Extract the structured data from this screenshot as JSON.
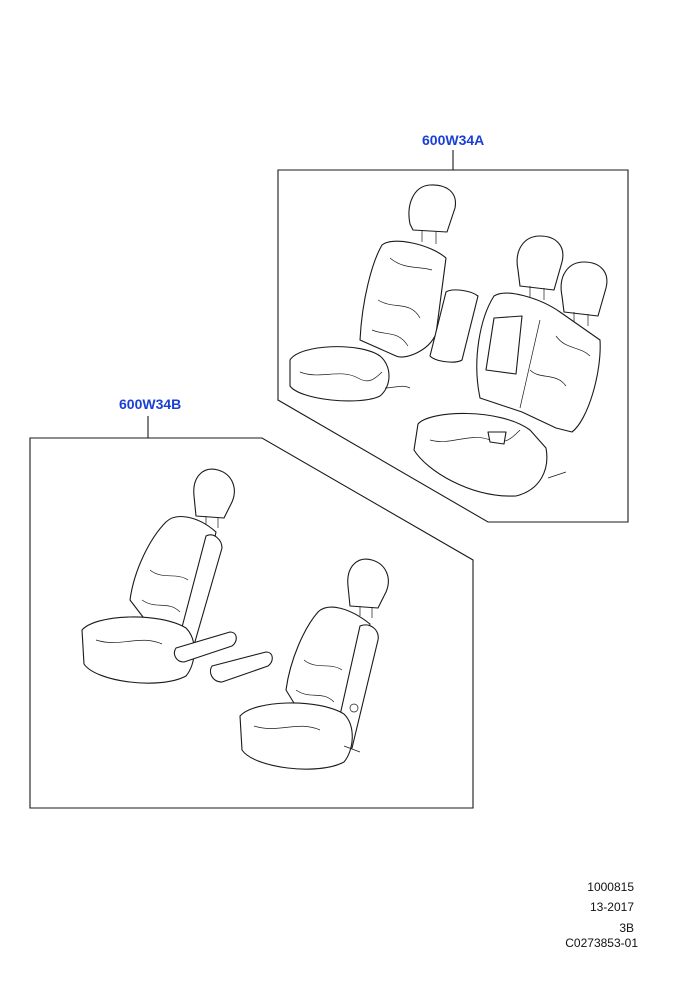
{
  "callouts": {
    "group_a": "600W34A",
    "group_b": "600W34B"
  },
  "footer": {
    "line1": "1000815",
    "line2": "13-2017",
    "line3": "3B",
    "line4": "C0273853-01"
  },
  "colors": {
    "callout": "#1a3fd6",
    "linework": "#1a1a1a"
  }
}
